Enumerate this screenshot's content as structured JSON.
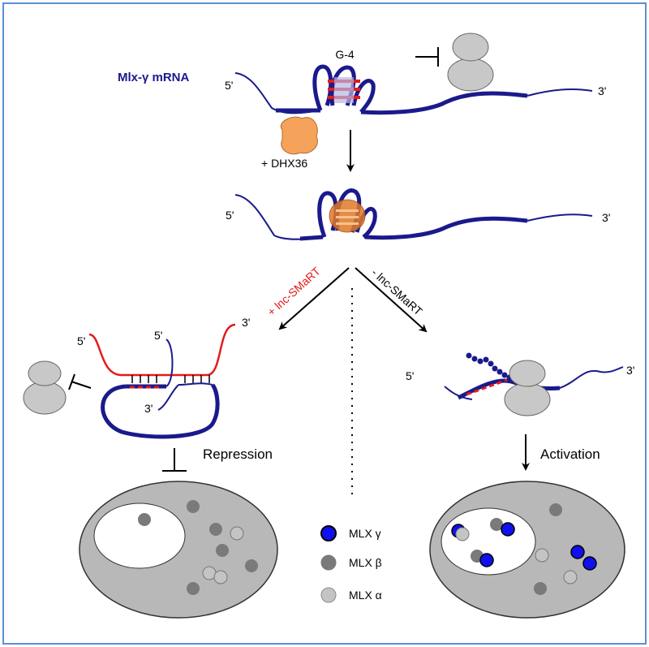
{
  "labels": {
    "mrna_name": "Mlx-γ mRNA",
    "g4": "G-4",
    "dhx36": "+ DHX36",
    "five_prime": "5'",
    "three_prime": "3'",
    "plus_lnc": "+ lnc-SMaRT",
    "minus_lnc": "- lnc-SMaRT",
    "repression": "Repression",
    "activation": "Activation"
  },
  "legend": [
    {
      "label": "MLX γ",
      "color": "#1010ee",
      "stroke": "#000000"
    },
    {
      "label": "MLX β",
      "color": "#7a7a7a",
      "stroke": "#7a7a7a"
    },
    {
      "label": "MLX α",
      "color": "#c4c4c4",
      "stroke": "#8a8a8a"
    }
  ],
  "colors": {
    "mrna": "#1a1a8c",
    "lnc": "#e31b1b",
    "dhx36": "#f5a35a",
    "ribosome": "#c8c8c8",
    "cell": "#b8b8b8",
    "nucleus": "#ffffff",
    "frame": "#5b8fd6"
  }
}
